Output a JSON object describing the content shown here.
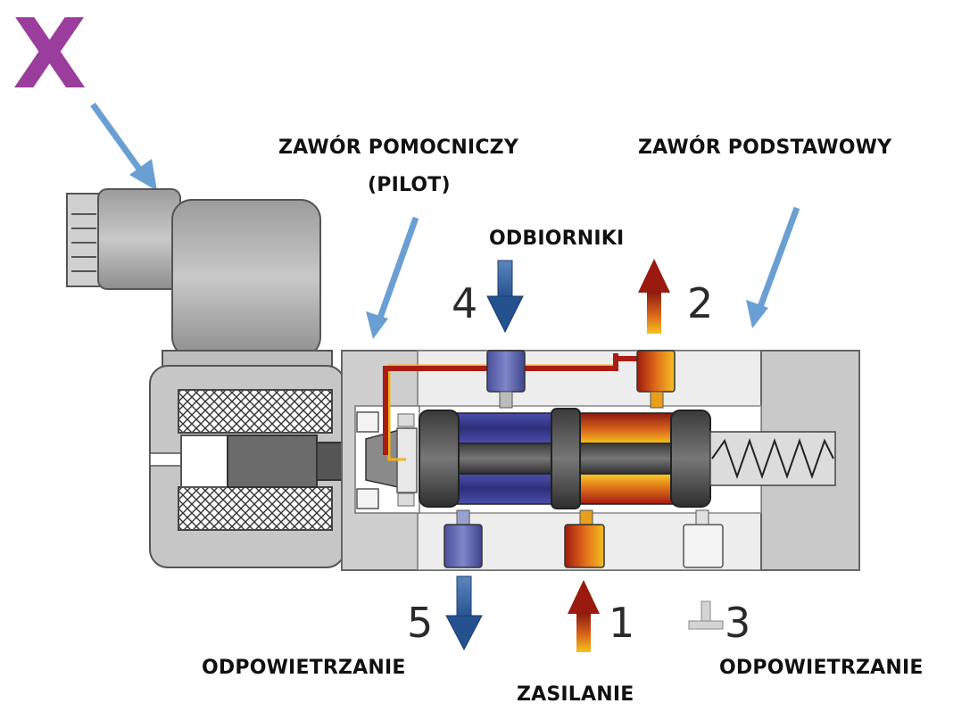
{
  "marker": {
    "text": "X",
    "color": "#9b3d9c"
  },
  "labels": {
    "pilot_line1": "ZAWÓR POMOCNICZY",
    "pilot_line2": "(PILOT)",
    "main_valve": "ZAWÓR PODSTAWOWY",
    "outputs": "ODBIORNIKI",
    "exhaust_left": "ODPOWIETRZANIE",
    "exhaust_right": "ODPOWIETRZANIE",
    "supply": "ZASILANIE"
  },
  "ports": {
    "p1": "1",
    "p2": "2",
    "p3": "3",
    "p4": "4",
    "p5": "5"
  },
  "colors": {
    "pointer_arrow": "#6a9fd4",
    "exhaust_blue": "#2f5f9e",
    "spool_blue": "#3f3f8f",
    "pressure_red": "#a91d12",
    "pressure_yellow": "#f2b21c",
    "body_grey": "#c6c6c6"
  }
}
